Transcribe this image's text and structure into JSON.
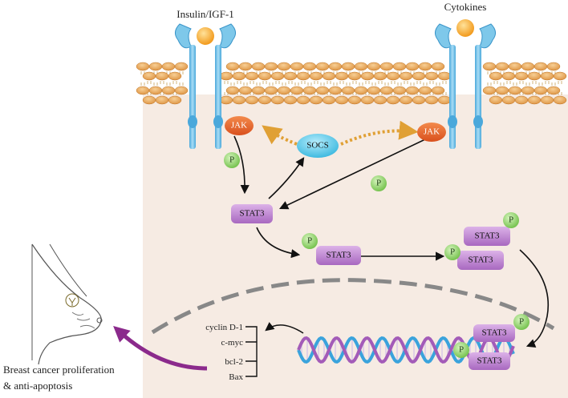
{
  "receptors": {
    "left_label": "Insulin/IGF-1",
    "right_label": "Cytokines"
  },
  "nodes": {
    "jak_left": "JAK",
    "jak_right": "JAK",
    "socs": "SOCS",
    "stat3_single": "STAT3",
    "stat3_phospho": "STAT3",
    "stat3_dimer_top": "STAT3",
    "stat3_dimer_bottom": "STAT3",
    "stat3_dna_top": "STAT3",
    "stat3_dna_bottom": "STAT3"
  },
  "phosphate_label": "P",
  "target_genes": [
    "cyclin D-1",
    "c-myc",
    "bcl-2",
    "Bax"
  ],
  "outcome": {
    "line1": "Breast cancer proliferation",
    "line2": "& anti-apoptosis"
  },
  "colors": {
    "cell_interior": "#f6ebe3",
    "membrane": "#e8a95c",
    "receptor": "#7ec8ea",
    "ligand": "#f4a62c",
    "jak": "#e8622c",
    "socs": "#6fcbe6",
    "stat3": "#c48ad6",
    "phosphate": "#8fd46a",
    "inhibition_arrow": "#e0a035",
    "outcome_arrow": "#8b2a8c",
    "dna_strand_1": "#3aa3dc",
    "dna_strand_2": "#a35bb8"
  }
}
